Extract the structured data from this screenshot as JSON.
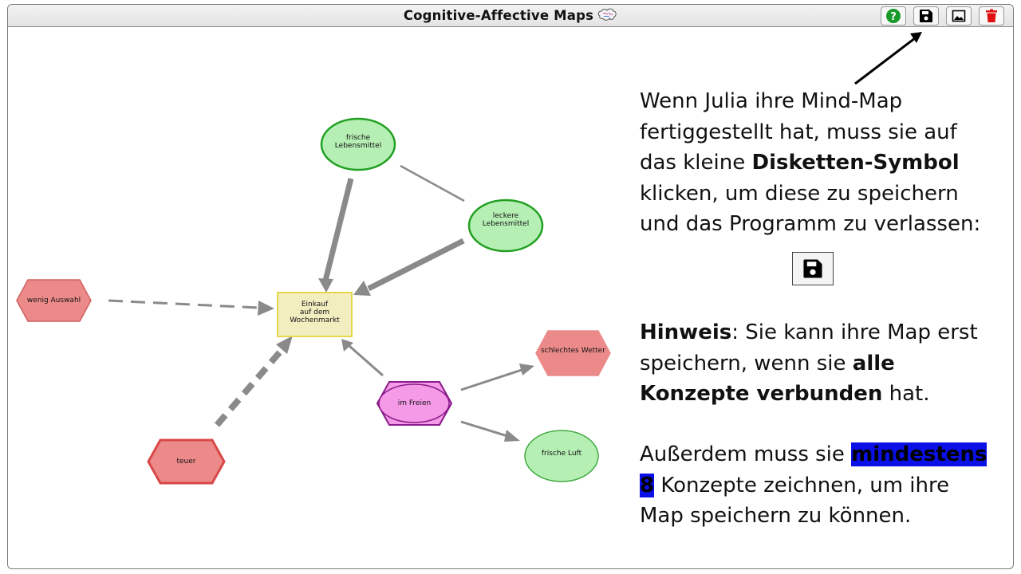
{
  "window": {
    "title": "Cognitive-Affective Maps",
    "title_icon": "brain-icon",
    "toolbar": [
      {
        "name": "help",
        "icon": "question-circle-icon",
        "color": "#1a9a2a"
      },
      {
        "name": "save",
        "icon": "floppy-disk-icon",
        "color": "#000000"
      },
      {
        "name": "image",
        "icon": "image-icon",
        "color": "#000000"
      },
      {
        "name": "delete",
        "icon": "trash-icon",
        "color": "#e01010"
      }
    ]
  },
  "map": {
    "nodes": [
      {
        "id": "center",
        "label_lines": [
          "Einkauf",
          "auf dem",
          "Wochenmarkt"
        ],
        "shape": "rectangle",
        "valence": "neutral",
        "fill": "#f2eec0",
        "stroke": "#e6d84a"
      },
      {
        "id": "frische_lebensmittel",
        "label_lines": [
          "frische",
          "Lebensmittel"
        ],
        "shape": "ellipse",
        "valence": "positive",
        "fill": "#b6efb4",
        "stroke": "#22a022"
      },
      {
        "id": "leckere_lebensmittel",
        "label_lines": [
          "leckere",
          "Lebensmittel"
        ],
        "shape": "ellipse",
        "valence": "positive",
        "fill": "#b6efb4",
        "stroke": "#22a022"
      },
      {
        "id": "wenig_auswahl",
        "label_lines": [
          "wenig Auswahl"
        ],
        "shape": "hexagon",
        "valence": "negative",
        "fill": "#ec8a8a",
        "stroke": "#d06060"
      },
      {
        "id": "teuer",
        "label_lines": [
          "teuer"
        ],
        "shape": "hexagon",
        "valence": "negative",
        "fill": "#ec8a8a",
        "stroke": "#d84848"
      },
      {
        "id": "im_freien",
        "label_lines": [
          "im Freien"
        ],
        "shape": "hexagon-ellipse",
        "valence": "ambivalent",
        "fill": "#f49ae6",
        "stroke": "#8a1a8a"
      },
      {
        "id": "schlechtes_wetter",
        "label_lines": [
          "schlechtes Wetter"
        ],
        "shape": "hexagon",
        "valence": "negative",
        "fill": "#ec8a8a",
        "stroke": "#ec8a8a"
      },
      {
        "id": "frische_luft",
        "label_lines": [
          "frische Luft"
        ],
        "shape": "ellipse",
        "valence": "positive",
        "fill": "#b6efb4",
        "stroke": "#44aa44"
      }
    ],
    "edges": [
      {
        "from": "frische_lebensmittel",
        "to": "center",
        "style": "solid",
        "strength": 3
      },
      {
        "from": "leckere_lebensmittel",
        "to": "center",
        "style": "solid",
        "strength": 3
      },
      {
        "from": "frische_lebensmittel",
        "to": "leckere_lebensmittel",
        "style": "solid",
        "strength": 1,
        "arrow": false
      },
      {
        "from": "wenig_auswahl",
        "to": "center",
        "style": "dashed",
        "strength": 1
      },
      {
        "from": "teuer",
        "to": "center",
        "style": "dashed",
        "strength": 3
      },
      {
        "from": "im_freien",
        "to": "center",
        "style": "solid",
        "strength": 1
      },
      {
        "from": "im_freien",
        "to": "schlechtes_wetter",
        "style": "solid",
        "strength": 1
      },
      {
        "from": "im_freien",
        "to": "frische_luft",
        "style": "solid",
        "strength": 1
      }
    ],
    "edge_color": "#8a8a8a"
  },
  "instructions": {
    "p1_before": "Wenn Julia ihre Mind-Map fertiggestellt hat, muss sie auf das kleine ",
    "p1_bold": "Disketten-Symbol",
    "p1_after": " klicken, um diese zu speichern und das Programm zu verlassen:",
    "save_icon": "floppy-disk-icon",
    "hint_bold": "Hinweis",
    "hint_mid": ": Sie kann ihre Map erst speichern, wenn sie ",
    "hint_bold2": "alle Konzepte verbunden",
    "hint_after": " hat.",
    "min_before": "Außerdem muss sie ",
    "min_highlight": "mindestens 8",
    "min_after": " Konzepte zeichnen, um ihre Map speichern zu können.",
    "highlight_color": "#0a10e6",
    "arrow_target": "save-button"
  }
}
